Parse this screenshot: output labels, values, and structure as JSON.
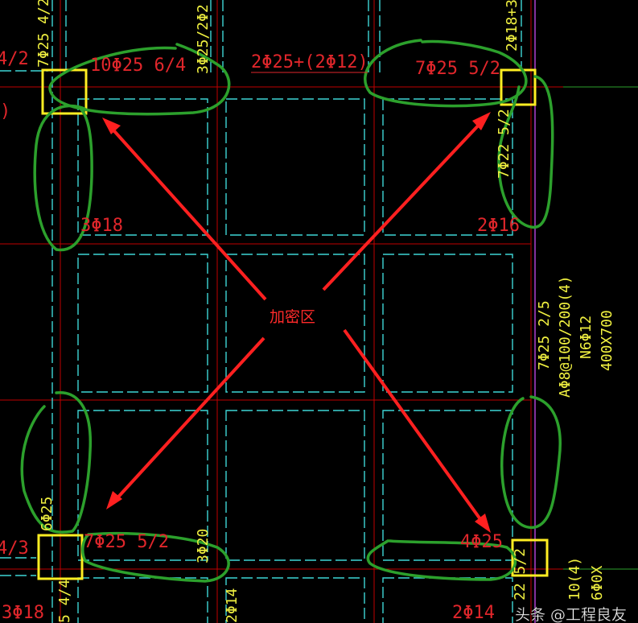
{
  "colors": {
    "background": "#000000",
    "beam_line": "#c00000",
    "stirrup_outline": "#3ed6d6",
    "column": "#ffee22",
    "highlight_ring": "#2ca02c",
    "arrow": "#ff2020",
    "red_text": "#e0262b",
    "yellow_text": "#f0f040",
    "axis_line": "#b040d0"
  },
  "center_label": "加密区",
  "red_labels": {
    "top_left_beam": "10Φ25 6/4",
    "top_mid_beam": "2Φ25+(2Φ12)",
    "top_right_beam": "7Φ25 5/2",
    "left_mid": "3Φ18",
    "right_mid": "2Φ16",
    "bottom_left_beam": "7Φ25 5/2",
    "bottom_right_beam": "4Φ25",
    "bottom_right_low": "2Φ14",
    "bottom_left_low": "3Φ18",
    "edge_top": "4/2",
    "edge_bottom": "4/3",
    "edge_paren": ")"
  },
  "yellow_labels": {
    "left_top": "7Φ25 4/2",
    "mid_top": "3Φ25/2Φ2",
    "right_top": "2Φ18+3",
    "right_upper": "7Φ22 5/2",
    "beam_spec_1": "7Φ25 2/5",
    "beam_spec_2": "AΦ8@100/200(4)",
    "beam_spec_3": "N6Φ12",
    "beam_spec_4": "400X700",
    "left_bottom": "6Φ25",
    "mid_bottom": "3Φ20",
    "mid_low": "2Φ14",
    "left_low": "5 4/4",
    "right_low": "22 5/2",
    "right_low_2": "10(4)",
    "right_low_3": "6Φ0X"
  },
  "watermark": "头条 @工程良友"
}
